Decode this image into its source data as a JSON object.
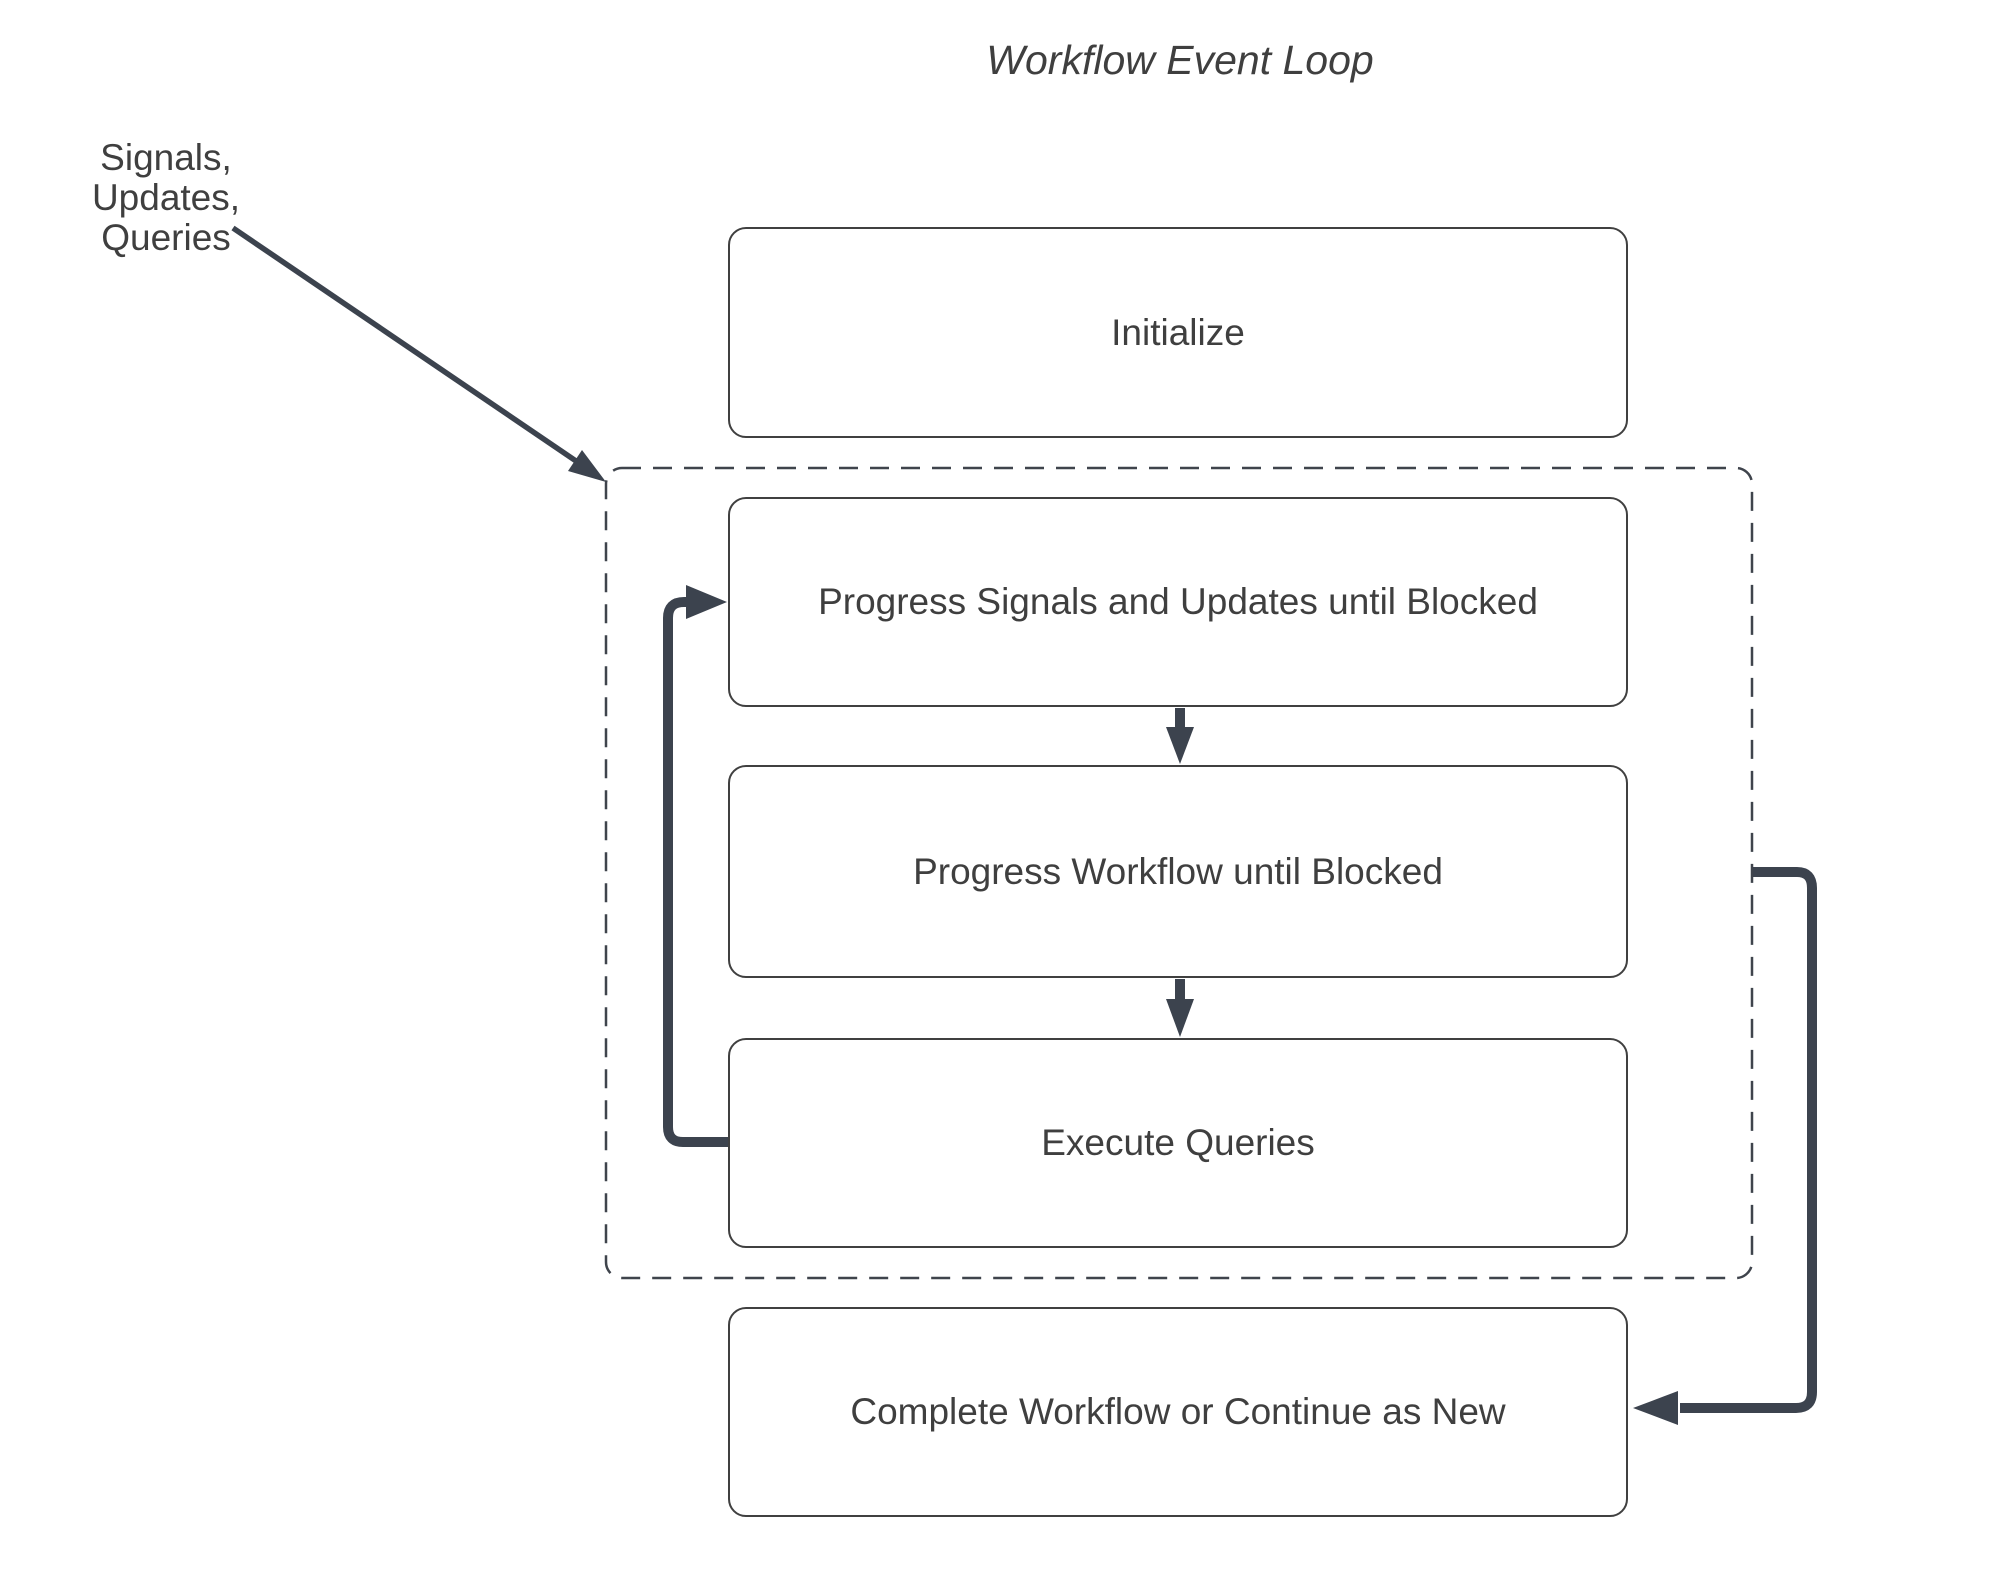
{
  "title": "Workflow Event Loop",
  "annotation": {
    "line1": "Signals, Updates,",
    "line2": "Queries"
  },
  "nodes": [
    {
      "id": "initialize",
      "label": "Initialize"
    },
    {
      "id": "progress-signals-updates",
      "label": "Progress Signals and Updates until Blocked"
    },
    {
      "id": "progress-workflow",
      "label": "Progress Workflow until Blocked"
    },
    {
      "id": "execute-queries",
      "label": "Execute Queries"
    },
    {
      "id": "complete-workflow",
      "label": "Complete Workflow or Continue as New"
    }
  ],
  "group": {
    "id": "event-loop-group",
    "style": "dashed-rounded-rectangle",
    "contains": [
      "progress-signals-updates",
      "progress-workflow",
      "execute-queries"
    ]
  },
  "edges": [
    {
      "from": "signals-updates-queries-label",
      "to": "event-loop-group",
      "type": "thin-diagonal-arrow"
    },
    {
      "from": "progress-signals-updates",
      "to": "progress-workflow",
      "type": "thick-down-arrow"
    },
    {
      "from": "progress-workflow",
      "to": "execute-queries",
      "type": "thick-down-arrow"
    },
    {
      "from": "execute-queries",
      "to": "progress-signals-updates",
      "type": "thick-left-loop-arrow"
    },
    {
      "from": "event-loop-group",
      "to": "complete-workflow",
      "type": "thick-right-loop-arrow"
    }
  ],
  "colors": {
    "connector": "#3c434e",
    "node_border": "#404040",
    "group_border": "#3f444c",
    "text": "#3f3f3f",
    "background": "#ffffff"
  }
}
